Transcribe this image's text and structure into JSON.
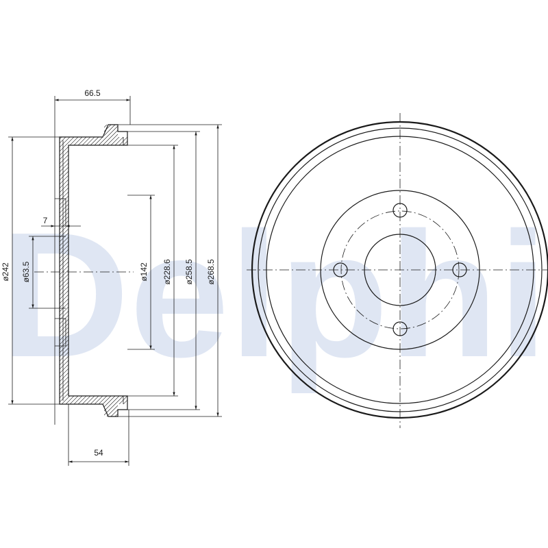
{
  "watermark": {
    "text": "Delphi",
    "color": "#dfe6f3"
  },
  "colors": {
    "line": "#1a1a1a",
    "background": "#ffffff"
  },
  "dimensions": {
    "overall_width": "66.5",
    "mounting_width": "54",
    "hub_offset": "7",
    "outer_diameter": "ø242",
    "center_bore": "ø63.5",
    "bolt_circle": "ø142",
    "braking_diameter": "ø228.6",
    "rim_diameter": "ø258.5",
    "max_diameter": "ø268.5"
  }
}
